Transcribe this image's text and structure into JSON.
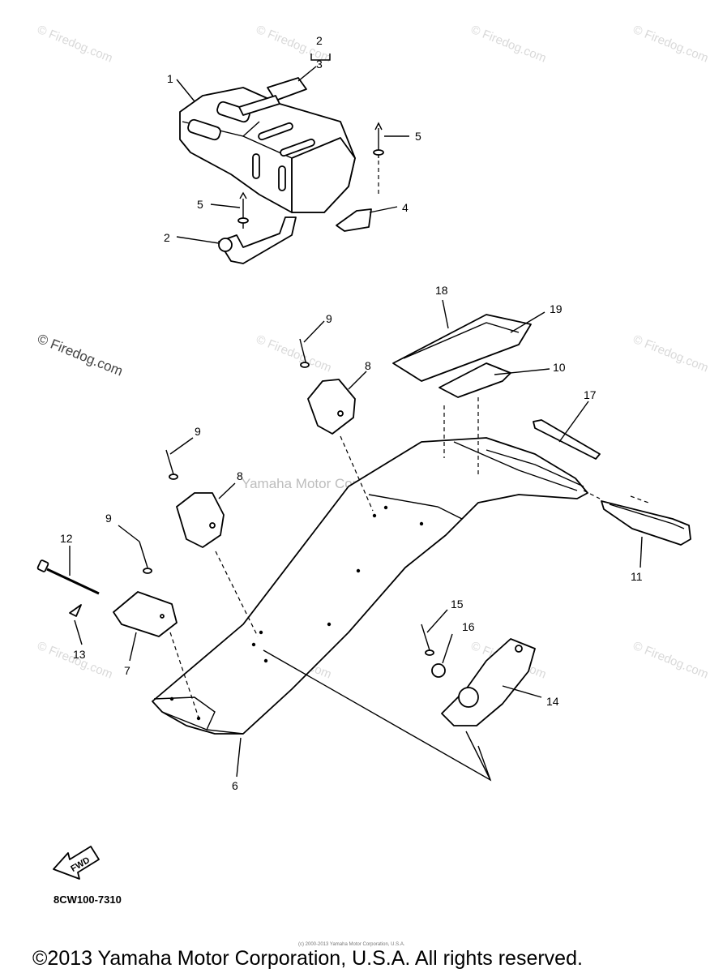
{
  "diagram": {
    "callouts": [
      {
        "id": "1",
        "label": "1"
      },
      {
        "id": "2a",
        "label": "2"
      },
      {
        "id": "3",
        "label": "3"
      },
      {
        "id": "5a",
        "label": "5"
      },
      {
        "id": "5b",
        "label": "5"
      },
      {
        "id": "4",
        "label": "4"
      },
      {
        "id": "2b",
        "label": "2"
      },
      {
        "id": "18",
        "label": "18"
      },
      {
        "id": "19",
        "label": "19"
      },
      {
        "id": "9a",
        "label": "9"
      },
      {
        "id": "8a",
        "label": "8"
      },
      {
        "id": "10",
        "label": "10"
      },
      {
        "id": "17",
        "label": "17"
      },
      {
        "id": "9b",
        "label": "9"
      },
      {
        "id": "8b",
        "label": "8"
      },
      {
        "id": "9c",
        "label": "9"
      },
      {
        "id": "12",
        "label": "12"
      },
      {
        "id": "11",
        "label": "11"
      },
      {
        "id": "15",
        "label": "15"
      },
      {
        "id": "16",
        "label": "16"
      },
      {
        "id": "13",
        "label": "13"
      },
      {
        "id": "7",
        "label": "7"
      },
      {
        "id": "14",
        "label": "14"
      },
      {
        "id": "6",
        "label": "6"
      }
    ],
    "fwd_label": "FWD",
    "diagram_code": "8CW100-7310",
    "center_watermark": "Yamaha Motor Corp. U.S.A.",
    "watermark_text": "© Firedog.com",
    "fine_print": "(c) 2000-2013 Yamaha Motor Corporation, U.S.A.",
    "copyright": "©2013 Yamaha Motor Corporation, U.S.A. All rights reserved."
  }
}
